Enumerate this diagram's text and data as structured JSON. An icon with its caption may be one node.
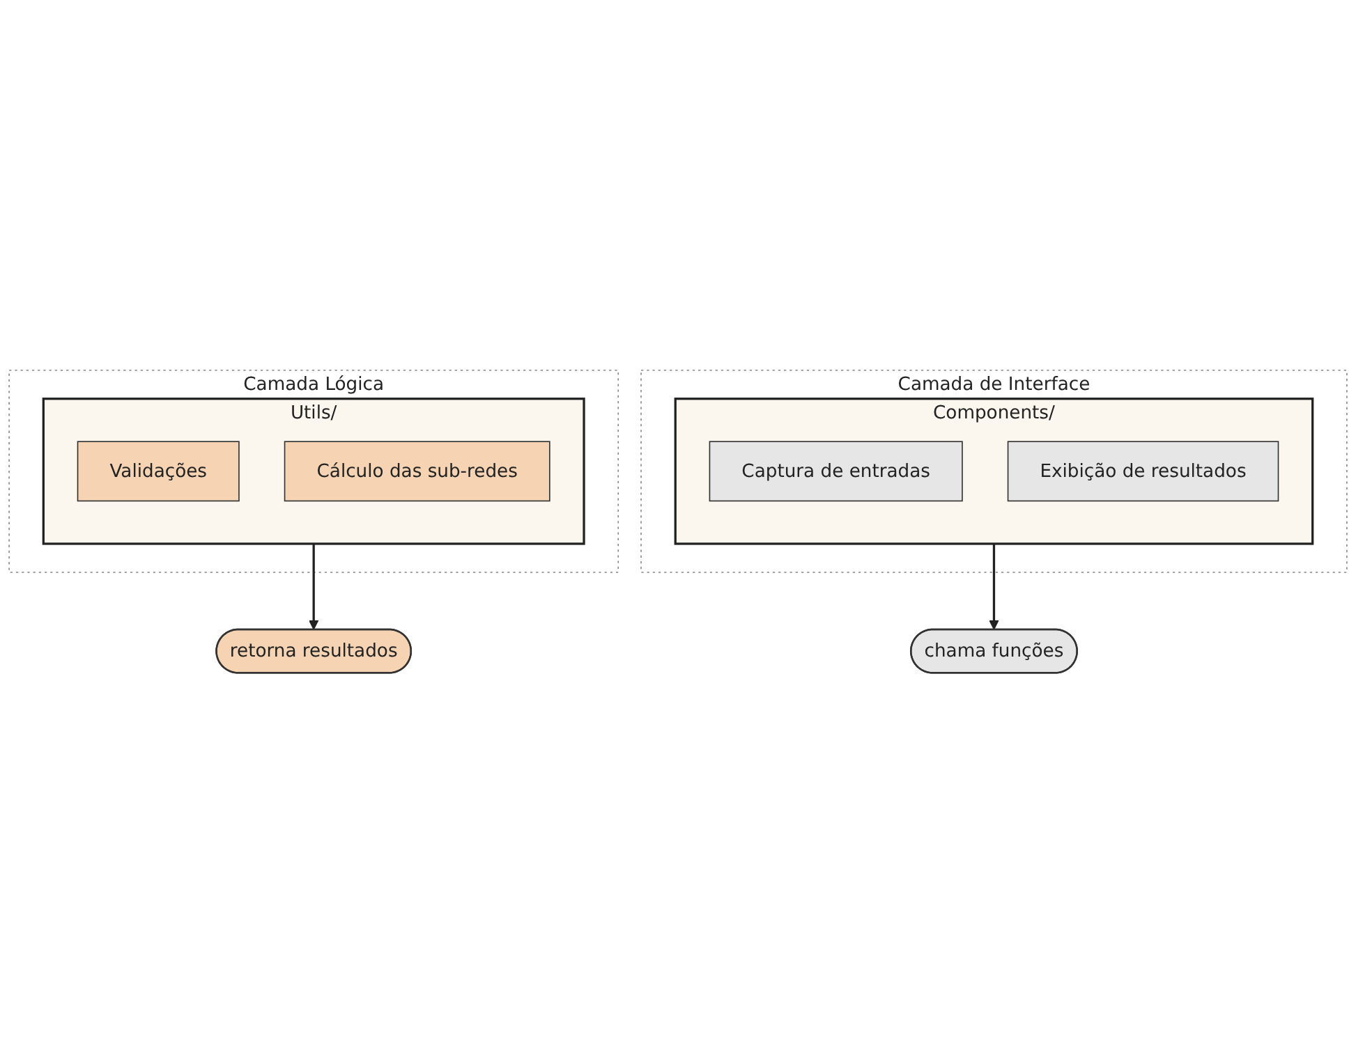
{
  "diagram": {
    "nodes": [
      {
        "text": [
          "Camada de Interface"
        ]
      },
      {
        "text": [
          "Components/"
        ],
        "in": 0
      },
      {
        "text": [
          "Captura de entradas"
        ],
        "in": 1
      },
      {
        "text": [
          "Exibição de resultados"
        ],
        "in": 1
      },
      {
        "text": [
          "retorna resultados"
        ]
      },
      {
        "text": [
          "chama funções"
        ]
      },
      {
        "text": [
          "Camada Lógica"
        ]
      },
      {
        "text": [
          "Utils/"
        ],
        "in": 6
      },
      {
        "text": [
          "Validações"
        ],
        "in": 7
      },
      {
        "text": [
          "Cálculo das sub-redes"
        ],
        "in": 7
      }
    ],
    "edges": [
      {
        "from": 1,
        "to": 5,
        "arrow": "to"
      },
      {
        "from": 7,
        "to": 4,
        "arrow": "to"
      }
    ]
  }
}
